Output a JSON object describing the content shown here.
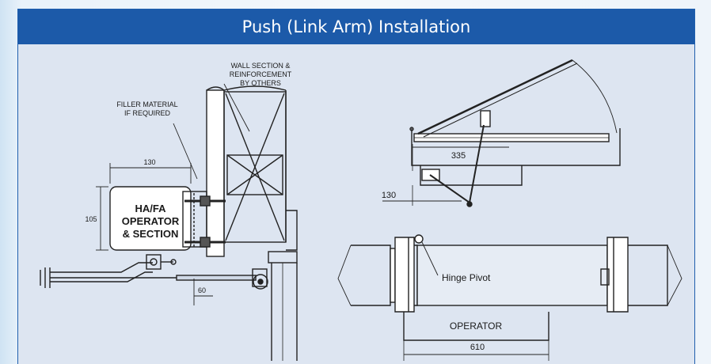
{
  "header": {
    "title": "Push (Link Arm) Installation"
  },
  "colors": {
    "header_bg": "#1c5aa9",
    "panel_bg": "#dde5f1",
    "line": "#222222"
  },
  "labels": {
    "wall_section": [
      "WALL SECTION &",
      "REINFORCEMENT",
      "BY OTHERS"
    ],
    "filler_material": [
      "FILLER MATERIAL",
      "IF REQUIRED"
    ],
    "operator_section": [
      "HA/FA",
      "OPERATOR",
      "& SECTION"
    ],
    "hinge_pivot": "Hinge Pivot",
    "operator": "OPERATOR"
  },
  "dimensions": {
    "d130_top": "130",
    "d105": "105",
    "d60": "60",
    "d335": "335",
    "d130_side": "130",
    "d610": "610"
  }
}
